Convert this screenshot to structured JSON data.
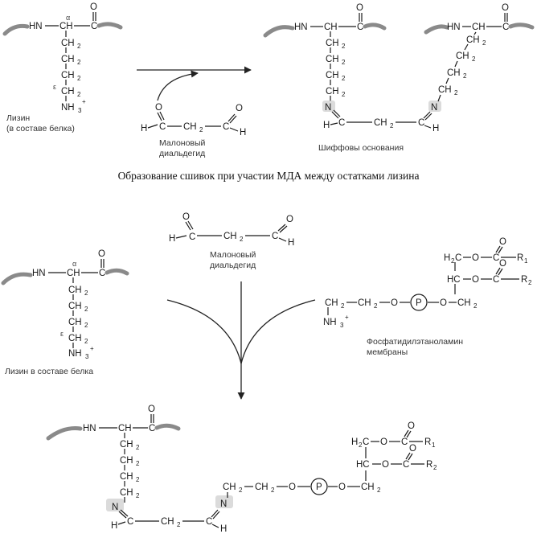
{
  "formula": {
    "hn": "HN",
    "ch": "CH",
    "c": "C",
    "o": "O",
    "ch2": "CH",
    "sub2": "2",
    "sub3": "3",
    "plus": "+",
    "nh3": "NH",
    "n": "N",
    "h": "H",
    "r1": "R",
    "r1sub": "1",
    "r2": "R",
    "r2sub": "2",
    "p": "P",
    "h2c": "H",
    "h2csub": "2",
    "hc": "HC",
    "dash_o": "O",
    "alpha": "α",
    "epsilon": "ε"
  },
  "labels": {
    "lysine_top_line1": "Лизин",
    "lysine_top_line2": "(в составе белка)",
    "mda_top_line1": "Малоновый",
    "mda_top_line2": "диальдегид",
    "schiff_bases": "Шиффовы основания",
    "caption_top": "Образование сшивок при участии МДА между остатками лизина",
    "mda_bottom_line1": "Малоновый",
    "mda_bottom_line2": "диальдегид",
    "lysine_bottom": "Лизин в составе белка",
    "pe_line1": "Фосфатидилэтаноламин",
    "pe_line2": "мембраны"
  }
}
